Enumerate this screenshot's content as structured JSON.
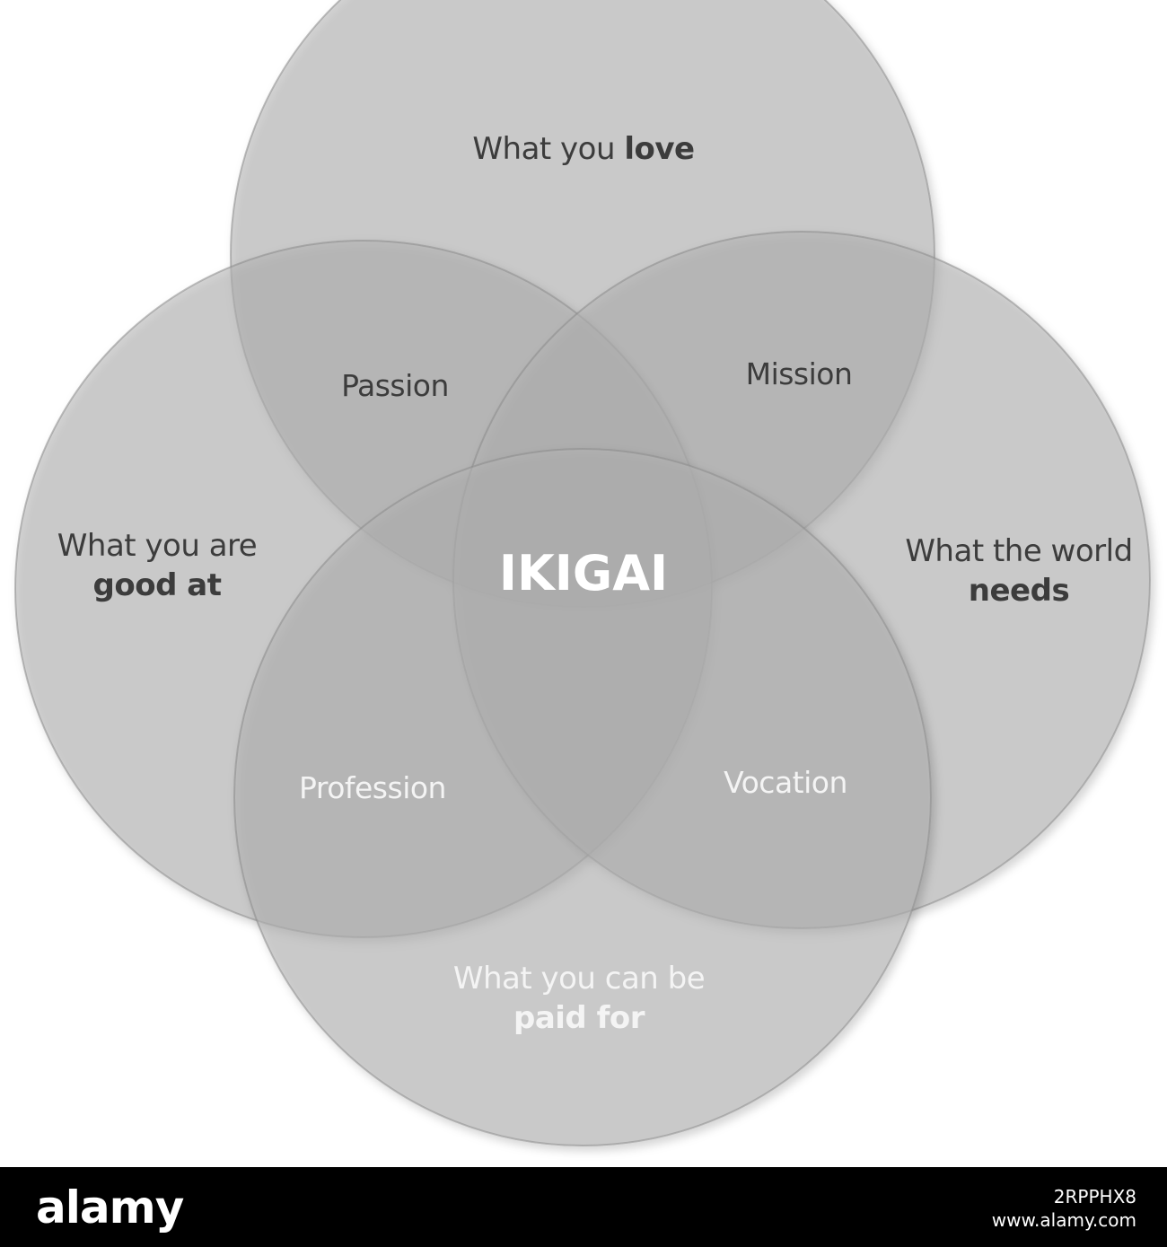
{
  "diagram": {
    "center_label": "IKIGAI",
    "circles": [
      {
        "id": "love",
        "text": "What you ",
        "emphasis": "love"
      },
      {
        "id": "good",
        "text": "What you are",
        "emphasis": "good at"
      },
      {
        "id": "needs",
        "text": "What the world ",
        "emphasis": "needs"
      },
      {
        "id": "paid",
        "text": "What you can be",
        "emphasis": "paid for"
      }
    ],
    "overlaps": {
      "passion": "Passion",
      "mission": "Mission",
      "profession": "Profession",
      "vocation": "Vocation"
    },
    "colors": {
      "circle_fill": "#b3b3b3",
      "circle_stroke": "#8a8a8a",
      "dark_text": "#3c3c3c",
      "light_text": "#f4f4f4"
    }
  },
  "watermark": {
    "logo": "alamy",
    "image_id": "2RPPHX8",
    "url": "www.alamy.com"
  }
}
